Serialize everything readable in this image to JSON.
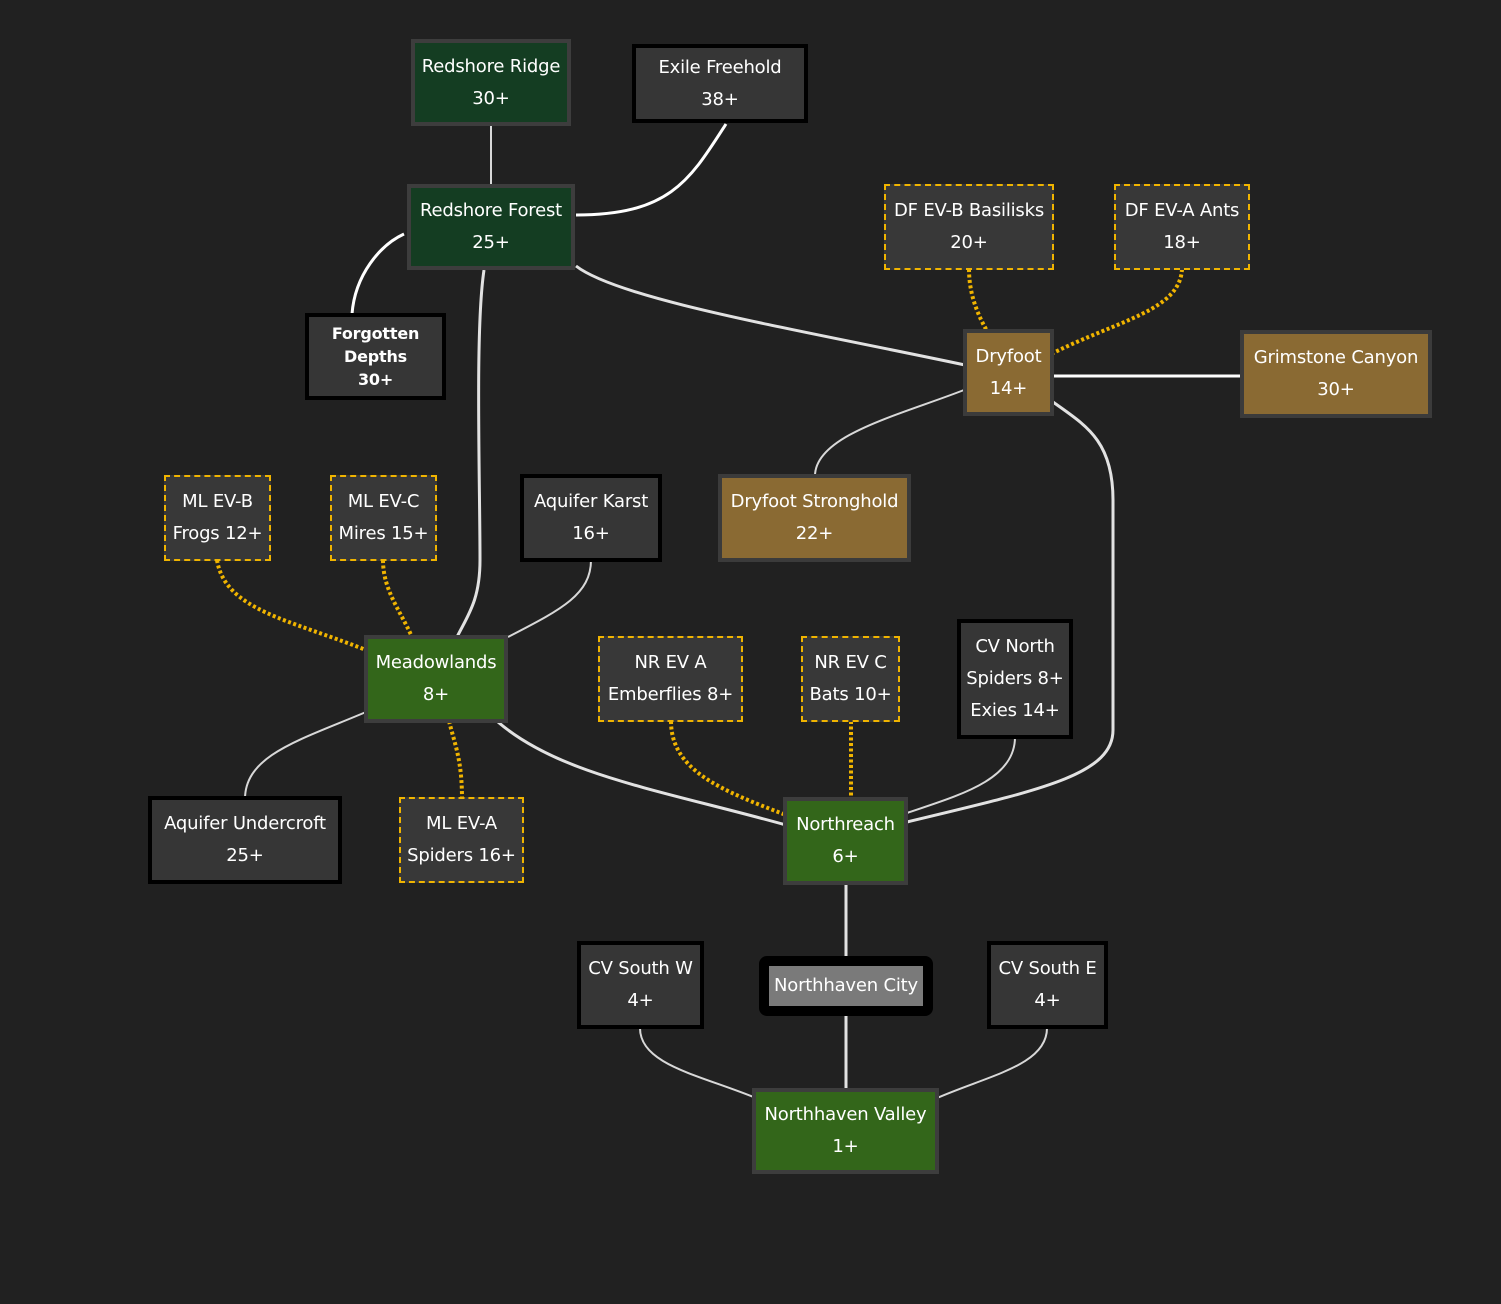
{
  "map": {
    "nodes": [
      {
        "id": "redshore-ridge",
        "lines": [
          "Redshore Ridge",
          "30+"
        ],
        "type": "forest"
      },
      {
        "id": "exile-freehold",
        "lines": [
          "Exile Freehold",
          "38+"
        ],
        "type": "dark"
      },
      {
        "id": "redshore-forest",
        "lines": [
          "Redshore Forest",
          "25+"
        ],
        "type": "forest"
      },
      {
        "id": "forgotten-depths",
        "lines": [
          "Forgotten",
          "Depths",
          "30+"
        ],
        "type": "dark"
      },
      {
        "id": "df-ev-b",
        "lines": [
          "DF EV-B Basilisks",
          "20+"
        ],
        "type": "event"
      },
      {
        "id": "df-ev-a",
        "lines": [
          "DF EV-A Ants",
          "18+"
        ],
        "type": "event"
      },
      {
        "id": "dryfoot",
        "lines": [
          "Dryfoot",
          "14+"
        ],
        "type": "desert"
      },
      {
        "id": "grimstone-canyon",
        "lines": [
          "Grimstone Canyon",
          "30+"
        ],
        "type": "desert"
      },
      {
        "id": "ml-ev-b",
        "lines": [
          "ML EV-B",
          "Frogs 12+"
        ],
        "type": "event"
      },
      {
        "id": "ml-ev-c",
        "lines": [
          "ML EV-C",
          "Mires 15+"
        ],
        "type": "event"
      },
      {
        "id": "aquifer-karst",
        "lines": [
          "Aquifer Karst",
          "16+"
        ],
        "type": "dark"
      },
      {
        "id": "dryfoot-stronghold",
        "lines": [
          "Dryfoot Stronghold",
          "22+"
        ],
        "type": "desert"
      },
      {
        "id": "meadowlands",
        "lines": [
          "Meadowlands",
          "8+"
        ],
        "type": "meadow"
      },
      {
        "id": "nr-ev-a",
        "lines": [
          "NR EV A",
          "Emberflies 8+"
        ],
        "type": "event"
      },
      {
        "id": "nr-ev-c",
        "lines": [
          "NR EV C",
          "Bats 10+"
        ],
        "type": "event"
      },
      {
        "id": "cv-north",
        "lines": [
          "CV North",
          "Spiders 8+",
          "Exies 14+"
        ],
        "type": "dark"
      },
      {
        "id": "aquifer-undercroft",
        "lines": [
          "Aquifer Undercroft",
          "25+"
        ],
        "type": "dark"
      },
      {
        "id": "ml-ev-a",
        "lines": [
          "ML EV-A",
          "Spiders 16+"
        ],
        "type": "event"
      },
      {
        "id": "northreach",
        "lines": [
          "Northreach",
          "6+"
        ],
        "type": "meadow"
      },
      {
        "id": "cv-south-w",
        "lines": [
          "CV South W",
          "4+"
        ],
        "type": "dark"
      },
      {
        "id": "northhaven-city",
        "lines": [
          "Northhaven City"
        ],
        "type": "city"
      },
      {
        "id": "cv-south-e",
        "lines": [
          "CV South E",
          "4+"
        ],
        "type": "dark"
      },
      {
        "id": "northhaven-valley",
        "lines": [
          "Northhaven Valley",
          "1+"
        ],
        "type": "meadow"
      }
    ],
    "edges": [
      {
        "from": "redshore-ridge",
        "to": "redshore-forest",
        "style": "solid"
      },
      {
        "from": "exile-freehold",
        "to": "redshore-forest",
        "style": "bright"
      },
      {
        "from": "redshore-forest",
        "to": "forgotten-depths",
        "style": "bright"
      },
      {
        "from": "redshore-forest",
        "to": "dryfoot",
        "style": "solid"
      },
      {
        "from": "redshore-forest",
        "to": "meadowlands",
        "style": "solid"
      },
      {
        "from": "df-ev-b",
        "to": "dryfoot",
        "style": "event"
      },
      {
        "from": "df-ev-a",
        "to": "dryfoot",
        "style": "event"
      },
      {
        "from": "dryfoot",
        "to": "grimstone-canyon",
        "style": "bright"
      },
      {
        "from": "dryfoot",
        "to": "dryfoot-stronghold",
        "style": "solid"
      },
      {
        "from": "dryfoot",
        "to": "northreach",
        "style": "solid"
      },
      {
        "from": "ml-ev-b",
        "to": "meadowlands",
        "style": "event"
      },
      {
        "from": "ml-ev-c",
        "to": "meadowlands",
        "style": "event"
      },
      {
        "from": "aquifer-karst",
        "to": "meadowlands",
        "style": "solid"
      },
      {
        "from": "meadowlands",
        "to": "aquifer-undercroft",
        "style": "solid"
      },
      {
        "from": "meadowlands",
        "to": "ml-ev-a",
        "style": "event"
      },
      {
        "from": "meadowlands",
        "to": "northreach",
        "style": "solid"
      },
      {
        "from": "nr-ev-a",
        "to": "northreach",
        "style": "event"
      },
      {
        "from": "nr-ev-c",
        "to": "northreach",
        "style": "event"
      },
      {
        "from": "cv-north",
        "to": "northreach",
        "style": "solid"
      },
      {
        "from": "northreach",
        "to": "northhaven-city",
        "style": "solid"
      },
      {
        "from": "northhaven-city",
        "to": "northhaven-valley",
        "style": "solid"
      },
      {
        "from": "cv-south-w",
        "to": "northhaven-valley",
        "style": "solid"
      },
      {
        "from": "cv-south-e",
        "to": "northhaven-valley",
        "style": "solid"
      }
    ]
  }
}
